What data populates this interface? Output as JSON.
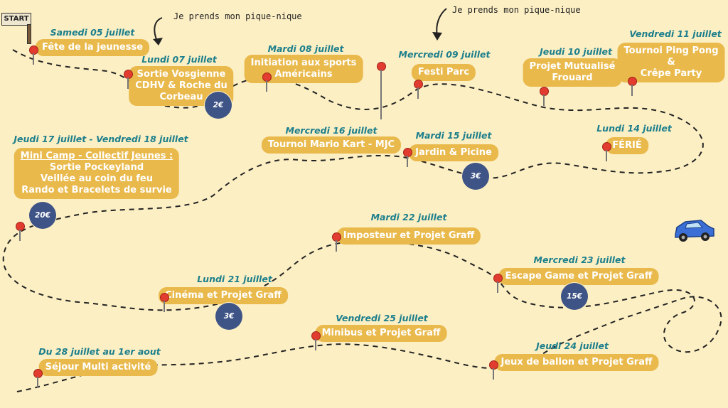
{
  "start_label": "START",
  "note_label": "Je prends mon pique-nique",
  "colors": {
    "background": "#fcefc4",
    "box": "#e9b94b",
    "day_text": "#1d7f8c",
    "pin": "#e23b2f",
    "price_badge": "#3f5486",
    "car": "#3b6fd6"
  },
  "events": [
    {
      "day": "Samedi 05 juillet",
      "lines": [
        "Fête de la jeunesse"
      ]
    },
    {
      "day": "Lundi 07 juillet",
      "lines": [
        "Sortie Vosgienne",
        "CDHV & Roche du",
        "Corbeau"
      ],
      "price": "2€"
    },
    {
      "day": "Mardi 08 juillet",
      "lines": [
        "Initiation aux sports",
        "Américains"
      ]
    },
    {
      "day": "Mercredi 09 juillet",
      "lines": [
        "Festi Parc"
      ]
    },
    {
      "day": "Jeudi 10 juillet",
      "lines": [
        "Projet Mutualisé",
        "Frouard"
      ]
    },
    {
      "day": "Vendredi 11 juillet",
      "lines": [
        "Tournoi Ping Pong",
        "&",
        "Crêpe Party"
      ]
    },
    {
      "day": "Lundi 14 juillet",
      "lines": [
        "FÉRIÉ"
      ]
    },
    {
      "day": "Mardi 15 juillet",
      "lines": [
        "Jardin & Picine"
      ],
      "price": "3€"
    },
    {
      "day": "Mercredi 16 juillet",
      "lines": [
        "Tournoi Mario Kart - MJC"
      ]
    },
    {
      "day": "Jeudi 17 juillet - Vendredi 18 juillet",
      "title": "Mini Camp - Collectif Jeunes :",
      "lines": [
        "Sortie Pockeyland",
        "Veillée au coin du feu",
        "Rando et Bracelets de survie"
      ],
      "price": "20€"
    },
    {
      "day": "Lundi 21 juillet",
      "lines": [
        "Cinéma et Projet Graff"
      ],
      "price": "3€"
    },
    {
      "day": "Mardi 22 juillet",
      "lines": [
        "Imposteur et Projet Graff"
      ]
    },
    {
      "day": "Mercredi 23 juillet",
      "lines": [
        "Escape Game et Projet Graff"
      ],
      "price": "15€"
    },
    {
      "day": "Jeudi 24 juillet",
      "lines": [
        "Jeux de ballon et Projet Graff"
      ]
    },
    {
      "day": "Vendredi 25 juillet",
      "lines": [
        "Minibus et Projet Graff"
      ]
    },
    {
      "day": "Du 28 juillet au 1er aout",
      "lines": [
        "Séjour Multi activité"
      ]
    }
  ]
}
